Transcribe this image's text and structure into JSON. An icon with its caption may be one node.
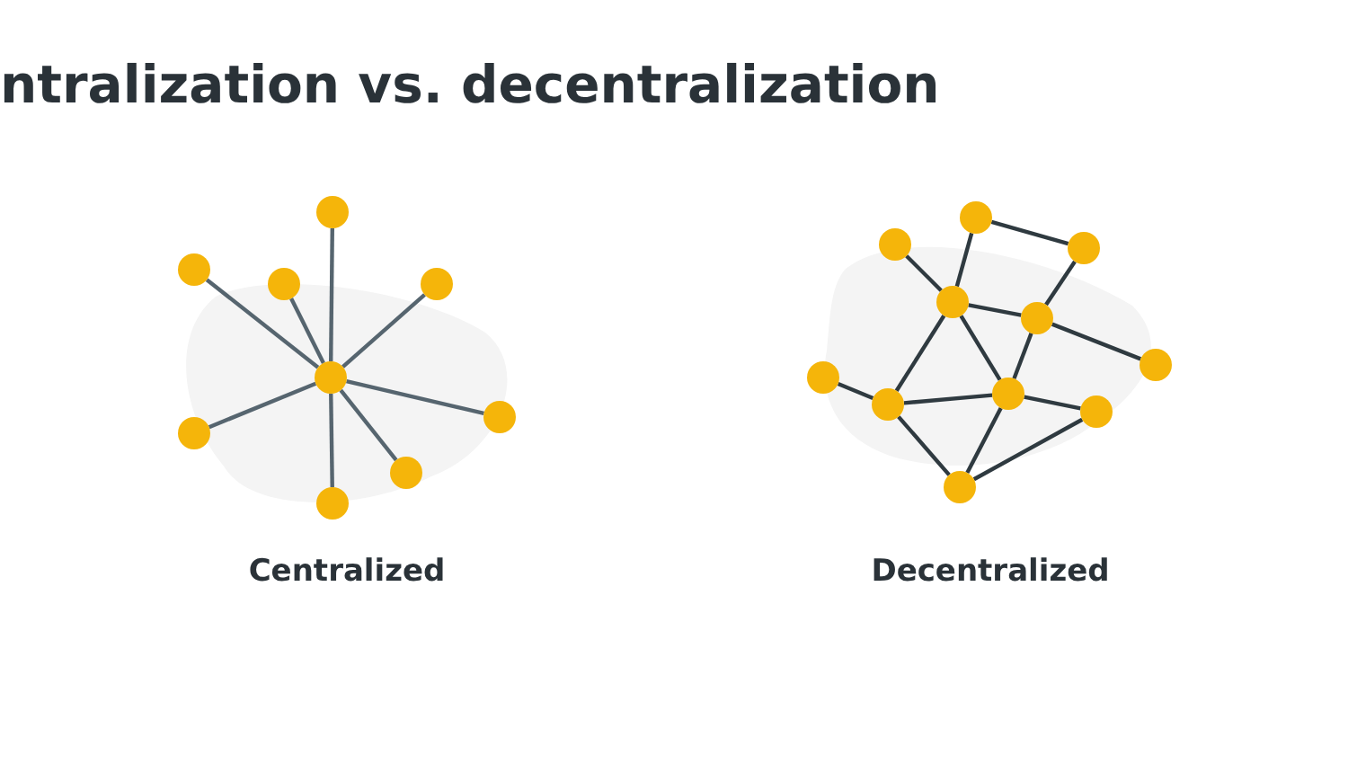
{
  "diagram": {
    "title": "ntralization vs. decentralization",
    "nodes": [
      {
        "text": [],
        "shape": "circle"
      },
      {
        "text": [],
        "shape": "circle"
      },
      {
        "text": [],
        "shape": "circle"
      },
      {
        "text": [],
        "shape": "circle"
      },
      {
        "text": [],
        "shape": "circle"
      },
      {
        "text": [],
        "shape": "circle"
      },
      {
        "text": [],
        "shape": "circle"
      },
      {
        "text": [],
        "shape": "circle"
      },
      {
        "text": [],
        "shape": "circle"
      },
      {
        "text": [],
        "shape": "circle"
      },
      {
        "text": [],
        "shape": "circle"
      },
      {
        "text": [],
        "shape": "circle"
      },
      {
        "text": [],
        "shape": "circle"
      },
      {
        "text": [],
        "shape": "circle"
      },
      {
        "text": [],
        "shape": "circle"
      },
      {
        "text": [],
        "shape": "circle"
      },
      {
        "text": [],
        "shape": "circle"
      },
      {
        "text": [],
        "shape": "circle"
      },
      {
        "text": [],
        "shape": "circle"
      },
      {
        "text": [],
        "shape": "circle"
      }
    ],
    "edges": [
      {
        "from": 4,
        "to": 0,
        "arrow": "none",
        "color": "#56656f"
      },
      {
        "from": 4,
        "to": 1,
        "arrow": "none",
        "color": "#56656f"
      },
      {
        "from": 4,
        "to": 2,
        "arrow": "none",
        "color": "#56656f"
      },
      {
        "from": 4,
        "to": 3,
        "arrow": "none",
        "color": "#56656f"
      },
      {
        "from": 4,
        "to": 5,
        "arrow": "none",
        "color": "#56656f"
      },
      {
        "from": 4,
        "to": 6,
        "arrow": "none",
        "color": "#56656f"
      },
      {
        "from": 4,
        "to": 7,
        "arrow": "none",
        "color": "#56656f"
      },
      {
        "from": 4,
        "to": 8,
        "arrow": "none",
        "color": "#56656f"
      },
      {
        "from": 9,
        "to": 11,
        "arrow": "none"
      },
      {
        "from": 9,
        "to": 12,
        "arrow": "none"
      },
      {
        "from": 10,
        "to": 12,
        "arrow": "none"
      },
      {
        "from": 11,
        "to": 13,
        "arrow": "none"
      },
      {
        "from": 12,
        "to": 13,
        "arrow": "none"
      },
      {
        "from": 12,
        "to": 17,
        "arrow": "none"
      },
      {
        "from": 12,
        "to": 16,
        "arrow": "none"
      },
      {
        "from": 13,
        "to": 16,
        "arrow": "none"
      },
      {
        "from": 13,
        "to": 14,
        "arrow": "none"
      },
      {
        "from": 15,
        "to": 17,
        "arrow": "none"
      },
      {
        "from": 17,
        "to": 16,
        "arrow": "none"
      },
      {
        "from": 16,
        "to": 18,
        "arrow": "none"
      },
      {
        "from": 17,
        "to": 19,
        "arrow": "none"
      },
      {
        "from": 16,
        "to": 19,
        "arrow": "none"
      },
      {
        "from": 19,
        "to": 18,
        "arrow": "none"
      }
    ],
    "labels": [
      "Centralized",
      "Decentralized"
    ]
  }
}
